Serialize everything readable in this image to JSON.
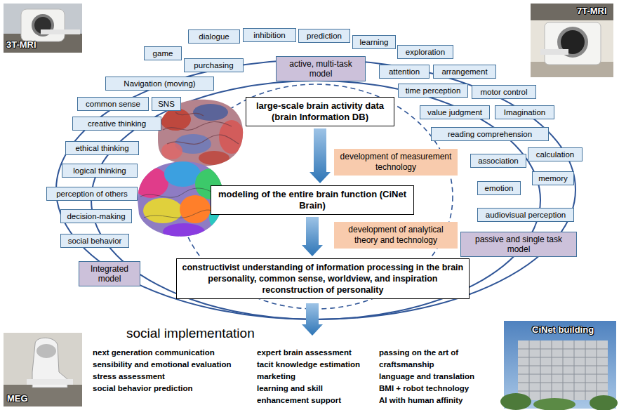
{
  "diagram": {
    "nodes": [
      {
        "text": [
          "dialogue"
        ]
      },
      {
        "text": [
          "inhibition"
        ]
      },
      {
        "text": [
          "prediction"
        ]
      },
      {
        "text": [
          "learning"
        ]
      },
      {
        "text": [
          "game"
        ]
      },
      {
        "text": [
          "exploration"
        ]
      },
      {
        "text": [
          "purchasing"
        ]
      },
      {
        "text": [
          "active, multi-task model"
        ]
      },
      {
        "text": [
          "attention"
        ]
      },
      {
        "text": [
          "arrangement"
        ]
      },
      {
        "text": [
          "Navigation (moving)"
        ]
      },
      {
        "text": [
          "time perception"
        ]
      },
      {
        "text": [
          "motor control"
        ]
      },
      {
        "text": [
          "common sense"
        ]
      },
      {
        "text": [
          "SNS"
        ]
      },
      {
        "text": [
          "large-scale brain activity data (brain Information DB)"
        ]
      },
      {
        "text": [
          "value judgment"
        ]
      },
      {
        "text": [
          "Imagination"
        ]
      },
      {
        "text": [
          "creative thinking"
        ]
      },
      {
        "text": [
          "reading comprehension"
        ]
      },
      {
        "text": [
          "ethical thinking"
        ]
      },
      {
        "text": [
          "calculation"
        ]
      },
      {
        "text": [
          "development of measurement technology"
        ]
      },
      {
        "text": [
          "association"
        ]
      },
      {
        "text": [
          "logical thinking"
        ]
      },
      {
        "text": [
          "memory"
        ]
      },
      {
        "text": [
          "emotion"
        ]
      },
      {
        "text": [
          "perception of others"
        ]
      },
      {
        "text": [
          "modeling of the entire brain function (CiNet Brain)"
        ]
      },
      {
        "text": [
          "audiovisual perception"
        ]
      },
      {
        "text": [
          "decision-making"
        ]
      },
      {
        "text": [
          "development of analytical theory and technology"
        ]
      },
      {
        "text": [
          "passive and single task model"
        ]
      },
      {
        "text": [
          "social behavior"
        ]
      },
      {
        "text": [
          "Integrated model"
        ]
      },
      {
        "text": [
          "constructivist understanding of information processing in the brain",
          "personality, common sense, worldview, and inspiration",
          "reconstruction of personality"
        ]
      }
    ],
    "edges": [
      {
        "from": 15,
        "to": 28,
        "arrow": "to"
      },
      {
        "from": 28,
        "to": 35,
        "arrow": "to"
      }
    ],
    "labels": [
      "3T-MRI",
      "7T-MRI",
      "MEG",
      "CiNet building",
      "social implementation",
      "next generation communication",
      "sensibility and emotional evaluation",
      "stress assessment",
      "social behavior prediction",
      "expert brain assessment",
      "tacit knowledge estimation",
      "marketing",
      "learning and skill enhancement support",
      "passing on the art of craftsmanship",
      "language and translation",
      "BMI + robot technology",
      "AI with human affinity"
    ]
  }
}
